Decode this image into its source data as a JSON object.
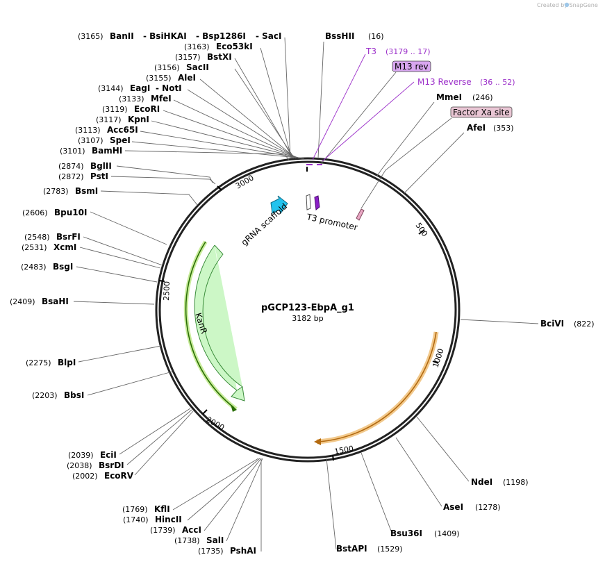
{
  "watermark": "Created by SnapGene",
  "plasmid": {
    "name": "pGCP123-EbpA_g1",
    "length_label": "3182 bp"
  },
  "ticks": [
    "500",
    "1000",
    "1500",
    "2000",
    "2500",
    "3000"
  ],
  "features": {
    "grna_scaffold": "gRNA scaffold",
    "t3_promoter": "T3 promoter",
    "kanr": "KanR",
    "m13_rev": "M13 rev",
    "factor_xa": "Factor Xa site"
  },
  "annotations_right": [
    {
      "name": "BssHII",
      "pos": "(16)"
    },
    {
      "name": "T3",
      "pos": "(3179 .. 17)"
    },
    {
      "name": "M13 Reverse",
      "pos": "(36 .. 52)"
    },
    {
      "name": "MmeI",
      "pos": "(246)"
    },
    {
      "name": "AfeI",
      "pos": "(353)"
    },
    {
      "name": "BciVI",
      "pos": "(822)"
    },
    {
      "name": "NdeI",
      "pos": "(1198)"
    },
    {
      "name": "AseI",
      "pos": "(1278)"
    },
    {
      "name": "Bsu36I",
      "pos": "(1409)"
    },
    {
      "name": "BstAPI",
      "pos": "(1529)"
    }
  ],
  "annotations_left_top": [
    {
      "pos": "(3165)",
      "name": "BanII",
      "extra": [
        "- BsiHKAI",
        "- Bsp1286I",
        "- SacI"
      ]
    },
    {
      "pos": "(3163)",
      "name": "Eco53kI"
    },
    {
      "pos": "(3157)",
      "name": "BstXI"
    },
    {
      "pos": "(3156)",
      "name": "SacII"
    },
    {
      "pos": "(3155)",
      "name": "AleI"
    },
    {
      "pos": "(3144)",
      "name": "EagI",
      "extra": [
        "- NotI"
      ]
    },
    {
      "pos": "(3133)",
      "name": "MfeI"
    },
    {
      "pos": "(3119)",
      "name": "EcoRI"
    },
    {
      "pos": "(3117)",
      "name": "KpnI"
    },
    {
      "pos": "(3113)",
      "name": "Acc65I"
    },
    {
      "pos": "(3107)",
      "name": "SpeI"
    },
    {
      "pos": "(3101)",
      "name": "BamHI"
    },
    {
      "pos": "(2874)",
      "name": "BglII"
    },
    {
      "pos": "(2872)",
      "name": "PstI"
    },
    {
      "pos": "(2783)",
      "name": "BsmI"
    },
    {
      "pos": "(2606)",
      "name": "Bpu10I"
    },
    {
      "pos": "(2548)",
      "name": "BsrFI"
    },
    {
      "pos": "(2531)",
      "name": "XcmI"
    },
    {
      "pos": "(2483)",
      "name": "BsgI"
    },
    {
      "pos": "(2409)",
      "name": "BsaHI"
    },
    {
      "pos": "(2275)",
      "name": "BlpI"
    },
    {
      "pos": "(2203)",
      "name": "BbsI"
    }
  ],
  "annotations_left_bottom": [
    {
      "pos": "(2039)",
      "name": "EciI"
    },
    {
      "pos": "(2038)",
      "name": "BsrDI"
    },
    {
      "pos": "(2002)",
      "name": "EcoRV"
    },
    {
      "pos": "(1769)",
      "name": "KflI"
    },
    {
      "pos": "(1740)",
      "name": "HincII"
    },
    {
      "pos": "(1739)",
      "name": "AccI"
    },
    {
      "pos": "(1738)",
      "name": "SalI"
    },
    {
      "pos": "(1735)",
      "name": "PshAI"
    }
  ]
}
